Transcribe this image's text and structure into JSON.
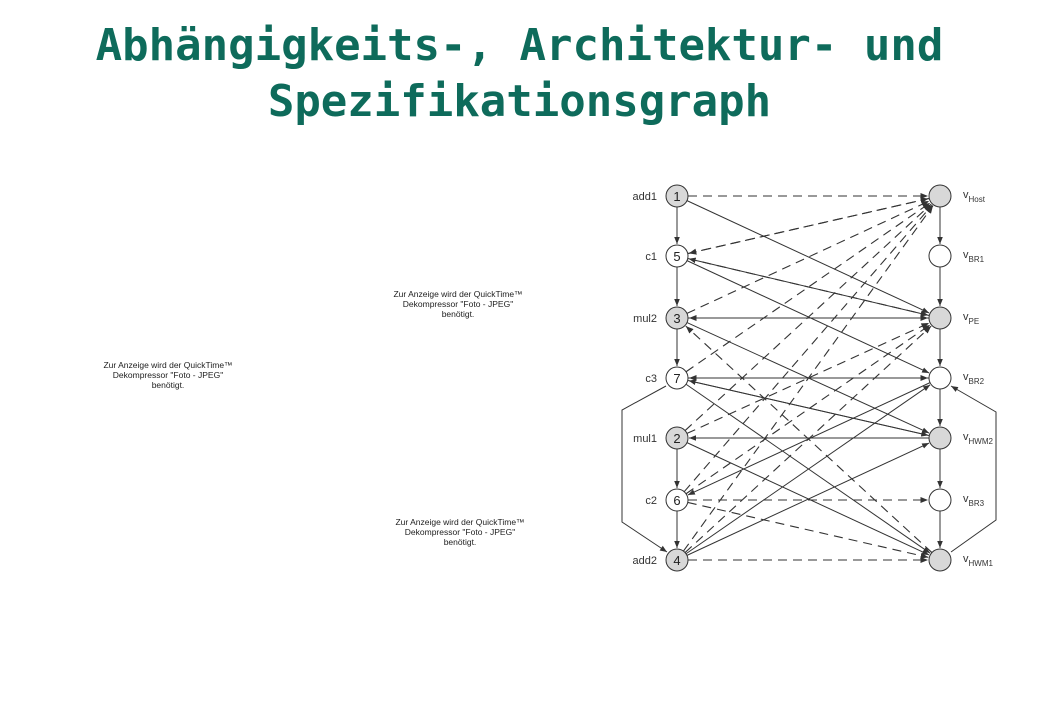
{
  "title": {
    "line1": "Abhängigkeits-, Architektur- und",
    "line2": "Spezifikationsgraph"
  },
  "colors": {
    "title": "#0e6b5b",
    "node_gray": "#d8d8d8",
    "node_white": "#ffffff",
    "edge": "#333333"
  },
  "placeholders": [
    {
      "line1": "Zur Anzeige wird der QuickTime™",
      "line2": "Dekompressor \"Foto - JPEG\"",
      "line3": "benötigt."
    },
    {
      "line1": "Zur Anzeige wird der QuickTime™",
      "line2": "Dekompressor \"Foto - JPEG\"",
      "line3": "benötigt."
    },
    {
      "line1": "Zur Anzeige wird der QuickTime™",
      "line2": "Dekompressor \"Foto - JPEG\"",
      "line3": "benötigt."
    }
  ],
  "problem_nodes": [
    {
      "id": "p1",
      "num": "1",
      "label": "add1",
      "fill": "gray"
    },
    {
      "id": "p5",
      "num": "5",
      "label": "c1",
      "fill": "white"
    },
    {
      "id": "p3",
      "num": "3",
      "label": "mul2",
      "fill": "gray"
    },
    {
      "id": "p7",
      "num": "7",
      "label": "c3",
      "fill": "white"
    },
    {
      "id": "p2",
      "num": "2",
      "label": "mul1",
      "fill": "gray"
    },
    {
      "id": "p6",
      "num": "6",
      "label": "c2",
      "fill": "white"
    },
    {
      "id": "p4",
      "num": "4",
      "label": "add2",
      "fill": "gray"
    }
  ],
  "arch_nodes": [
    {
      "id": "host",
      "main": "v",
      "sub": "Host",
      "fill": "gray"
    },
    {
      "id": "br1",
      "main": "v",
      "sub": "BR1",
      "fill": "white"
    },
    {
      "id": "pe",
      "main": "v",
      "sub": "PE",
      "fill": "gray"
    },
    {
      "id": "br2",
      "main": "v",
      "sub": "BR2",
      "fill": "white"
    },
    {
      "id": "hwm2",
      "main": "v",
      "sub": "HWM2",
      "fill": "gray"
    },
    {
      "id": "br3",
      "main": "v",
      "sub": "BR3",
      "fill": "white"
    },
    {
      "id": "hwm1",
      "main": "v",
      "sub": "HWM1",
      "fill": "gray"
    }
  ],
  "problem_edges": [
    [
      "p1",
      "p5"
    ],
    [
      "p5",
      "p3"
    ],
    [
      "p3",
      "p7"
    ],
    [
      "p7",
      "p4"
    ],
    [
      "p2",
      "p6"
    ],
    [
      "p6",
      "p4"
    ]
  ],
  "arch_edges": [
    [
      "host",
      "br1"
    ],
    [
      "br1",
      "pe"
    ],
    [
      "pe",
      "br2"
    ],
    [
      "br2",
      "hwm2"
    ],
    [
      "hwm2",
      "br3"
    ],
    [
      "br3",
      "hwm1"
    ],
    [
      "hwm1",
      "br2"
    ]
  ],
  "solid_mappings": [
    [
      "p1",
      "pe"
    ],
    [
      "p5",
      "br2"
    ],
    [
      "p3",
      "hwm2"
    ],
    [
      "p7",
      "hwm2"
    ],
    [
      "p7",
      "hwm1"
    ],
    [
      "p2",
      "hwm1"
    ],
    [
      "p4",
      "hwm2"
    ],
    [
      "p4",
      "br2"
    ],
    [
      "hwm2",
      "p7"
    ],
    [
      "br2",
      "p6"
    ],
    [
      "pe",
      "p5"
    ],
    [
      "hwm2",
      "p2"
    ]
  ],
  "dashed_mappings": [
    [
      "p1",
      "host"
    ],
    [
      "p5",
      "host"
    ],
    [
      "p3",
      "host"
    ],
    [
      "p7",
      "host"
    ],
    [
      "p2",
      "host"
    ],
    [
      "p6",
      "host"
    ],
    [
      "p4",
      "host"
    ],
    [
      "host",
      "p5"
    ],
    [
      "p5",
      "pe"
    ],
    [
      "p3",
      "pe"
    ],
    [
      "pe",
      "p3"
    ],
    [
      "p7",
      "br2"
    ],
    [
      "br2",
      "p7"
    ],
    [
      "p6",
      "br3"
    ],
    [
      "p6",
      "hwm1"
    ],
    [
      "p4",
      "hwm1"
    ],
    [
      "p2",
      "pe"
    ],
    [
      "p6",
      "pe"
    ],
    [
      "p4",
      "pe"
    ],
    [
      "hwm1",
      "p3"
    ]
  ]
}
